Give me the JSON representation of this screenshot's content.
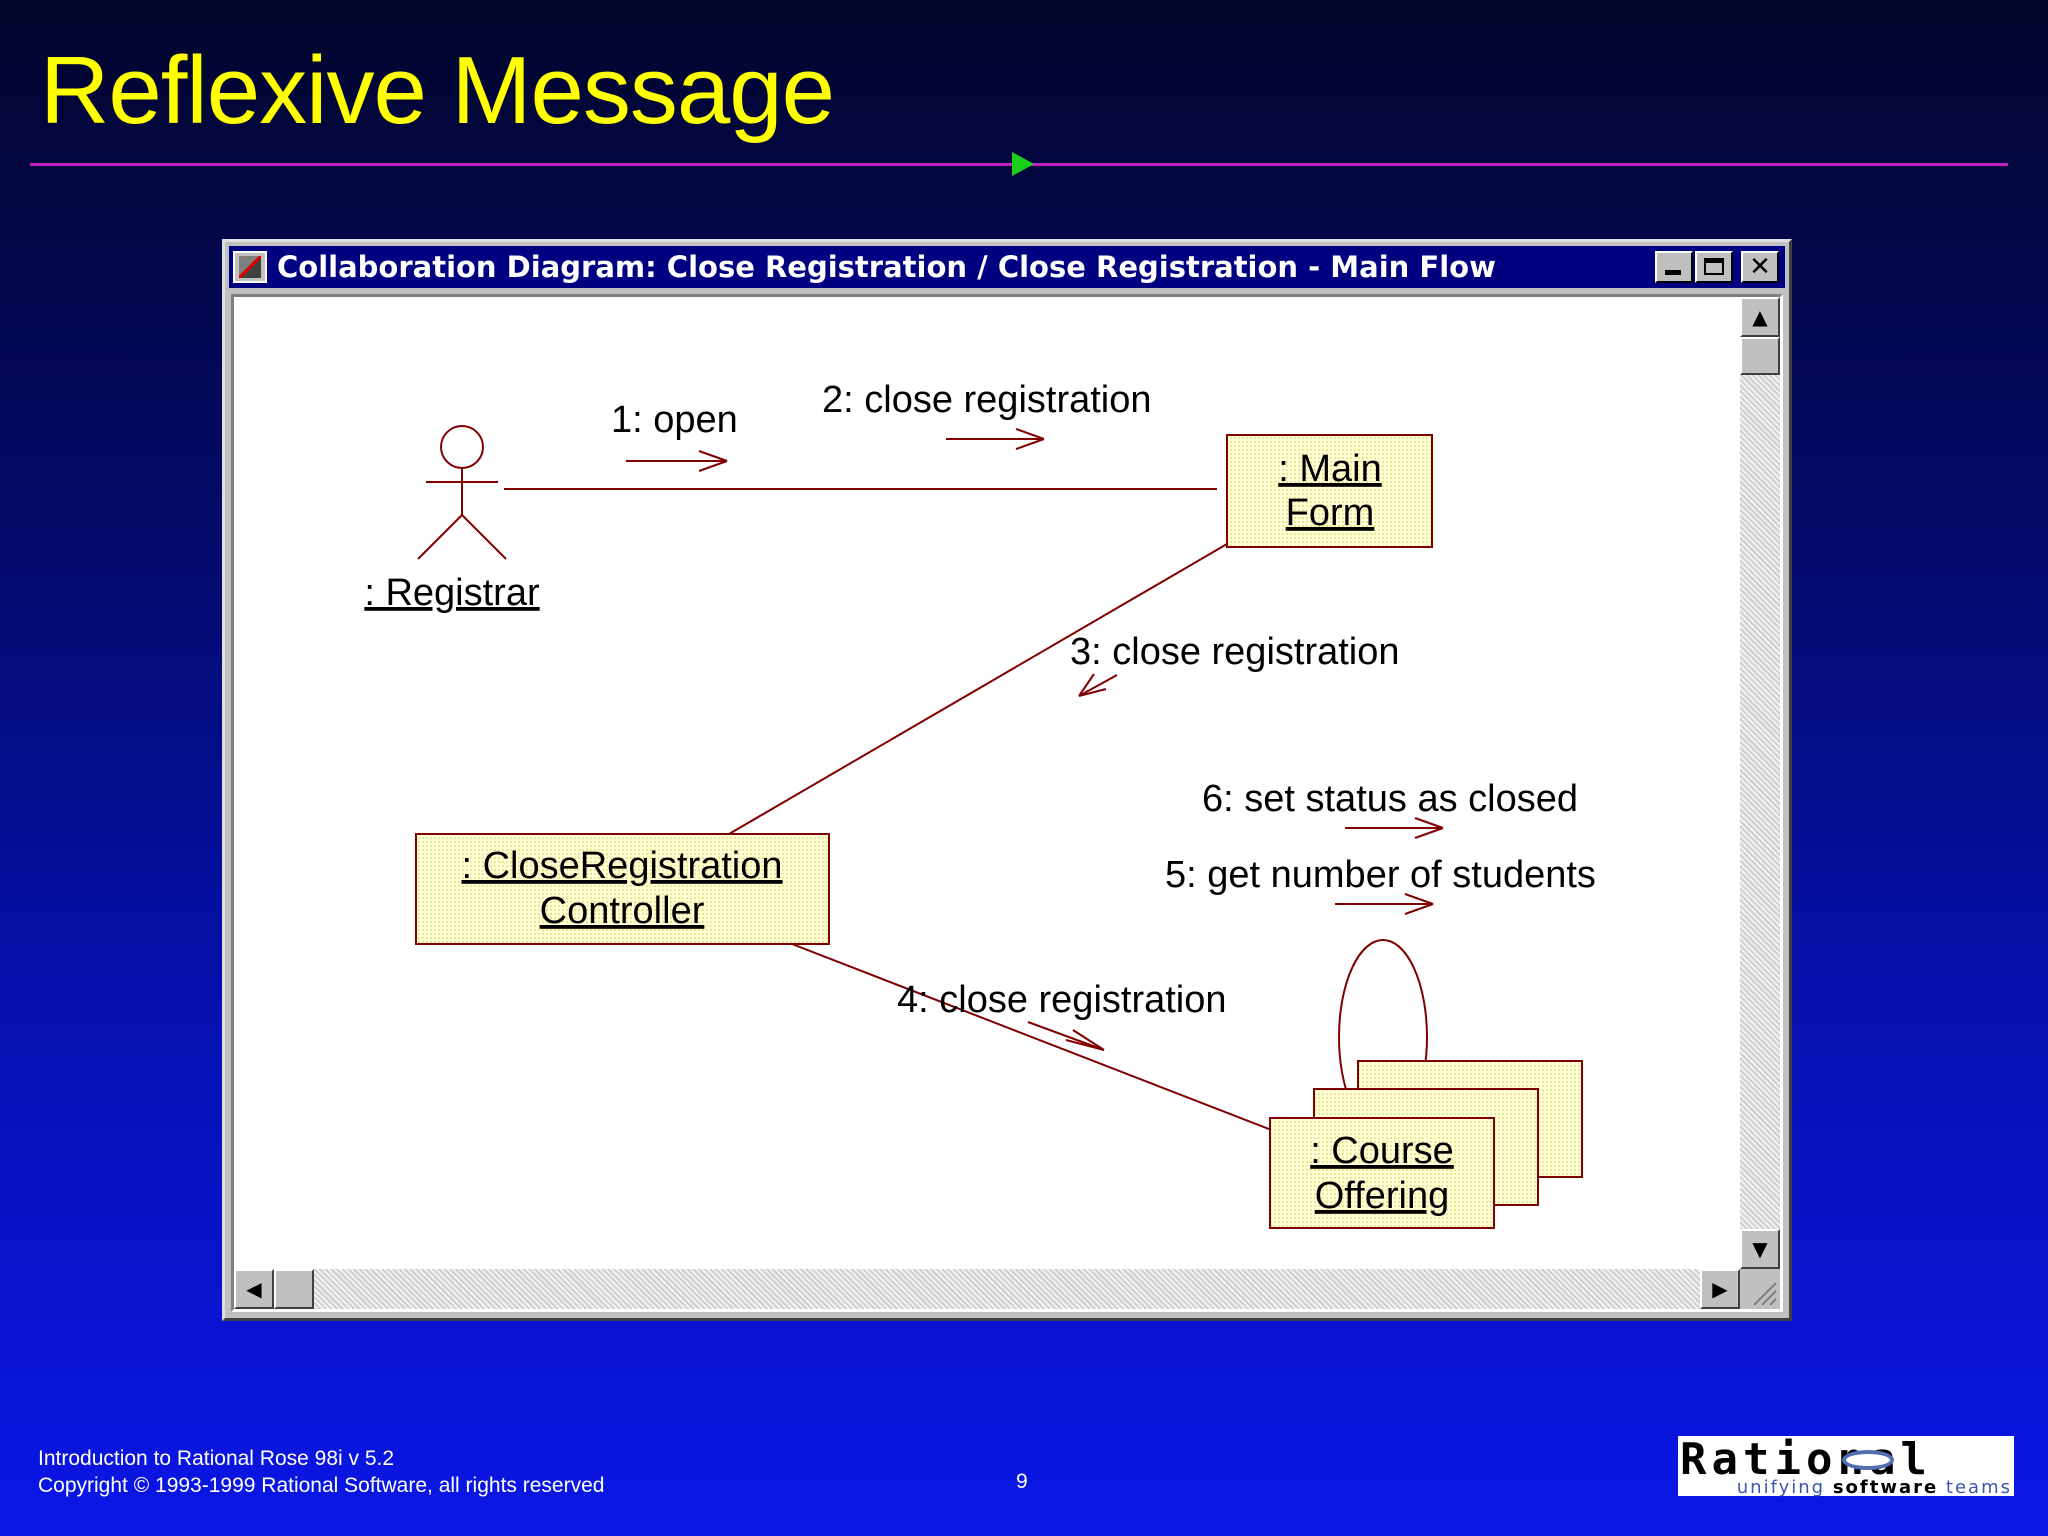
{
  "slide": {
    "title": "Reflexive Message",
    "footer_line1": "Introduction to Rational Rose 98i v 5.2",
    "footer_line2": "Copyright © 1993-1999 Rational Software, all rights reserved",
    "page_number": "9"
  },
  "logo": {
    "word": "Rational",
    "tagline_1": "unifying ",
    "tagline_2": "software",
    "tagline_3": " teams"
  },
  "window": {
    "title": "Collaboration Diagram: Close Registration / Close Registration - Main Flow",
    "buttons": {
      "minimize": "minimize",
      "maximize": "maximize",
      "close": "✕"
    }
  },
  "diagram": {
    "actor": {
      "label": ": Registrar"
    },
    "objects": {
      "main_form": {
        "line1": ": Main",
        "line2": "Form"
      },
      "controller": {
        "line1": ": CloseRegistration",
        "line2": "Controller"
      },
      "course_offering": {
        "line1": ": Course",
        "line2": "Offering"
      }
    },
    "messages": {
      "m1": "1: open",
      "m2": "2: close registration",
      "m3": "3: close registration",
      "m4": "4: close registration",
      "m5": "5: get number of students",
      "m6": "6: set status as closed"
    }
  },
  "colors": {
    "title": "#ffff00",
    "rule": "#c020c0",
    "rule_arrow": "#18d018",
    "diagram_lines": "#800000",
    "object_fill": "#ffffc8",
    "titlebar": "#000080"
  }
}
